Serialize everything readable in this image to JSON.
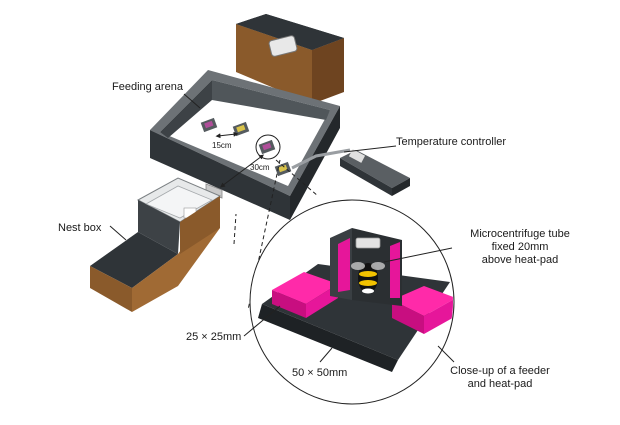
{
  "labels": {
    "feeding_arena": "Feeding arena",
    "temperature_controller": "Temperature controller",
    "nest_box": "Nest box",
    "dist_15": "15cm",
    "dist_30": "30cm",
    "tube_line1": "Microcentrifuge tube",
    "tube_line2": "fixed 20mm",
    "tube_line3": "above heat-pad",
    "pad_size": "25 × 25mm",
    "base_size": "50 × 50mm",
    "closeup_line1": "Close-up of a feeder",
    "closeup_line2": "and heat-pad"
  },
  "colors": {
    "box_dark": "#2f3438",
    "box_light": "#5c6166",
    "wood": "#8a5a2b",
    "heat_pad": "#e6169a",
    "tube_accent": "#e3e3e3",
    "bee_stripe": "#f2c200"
  }
}
